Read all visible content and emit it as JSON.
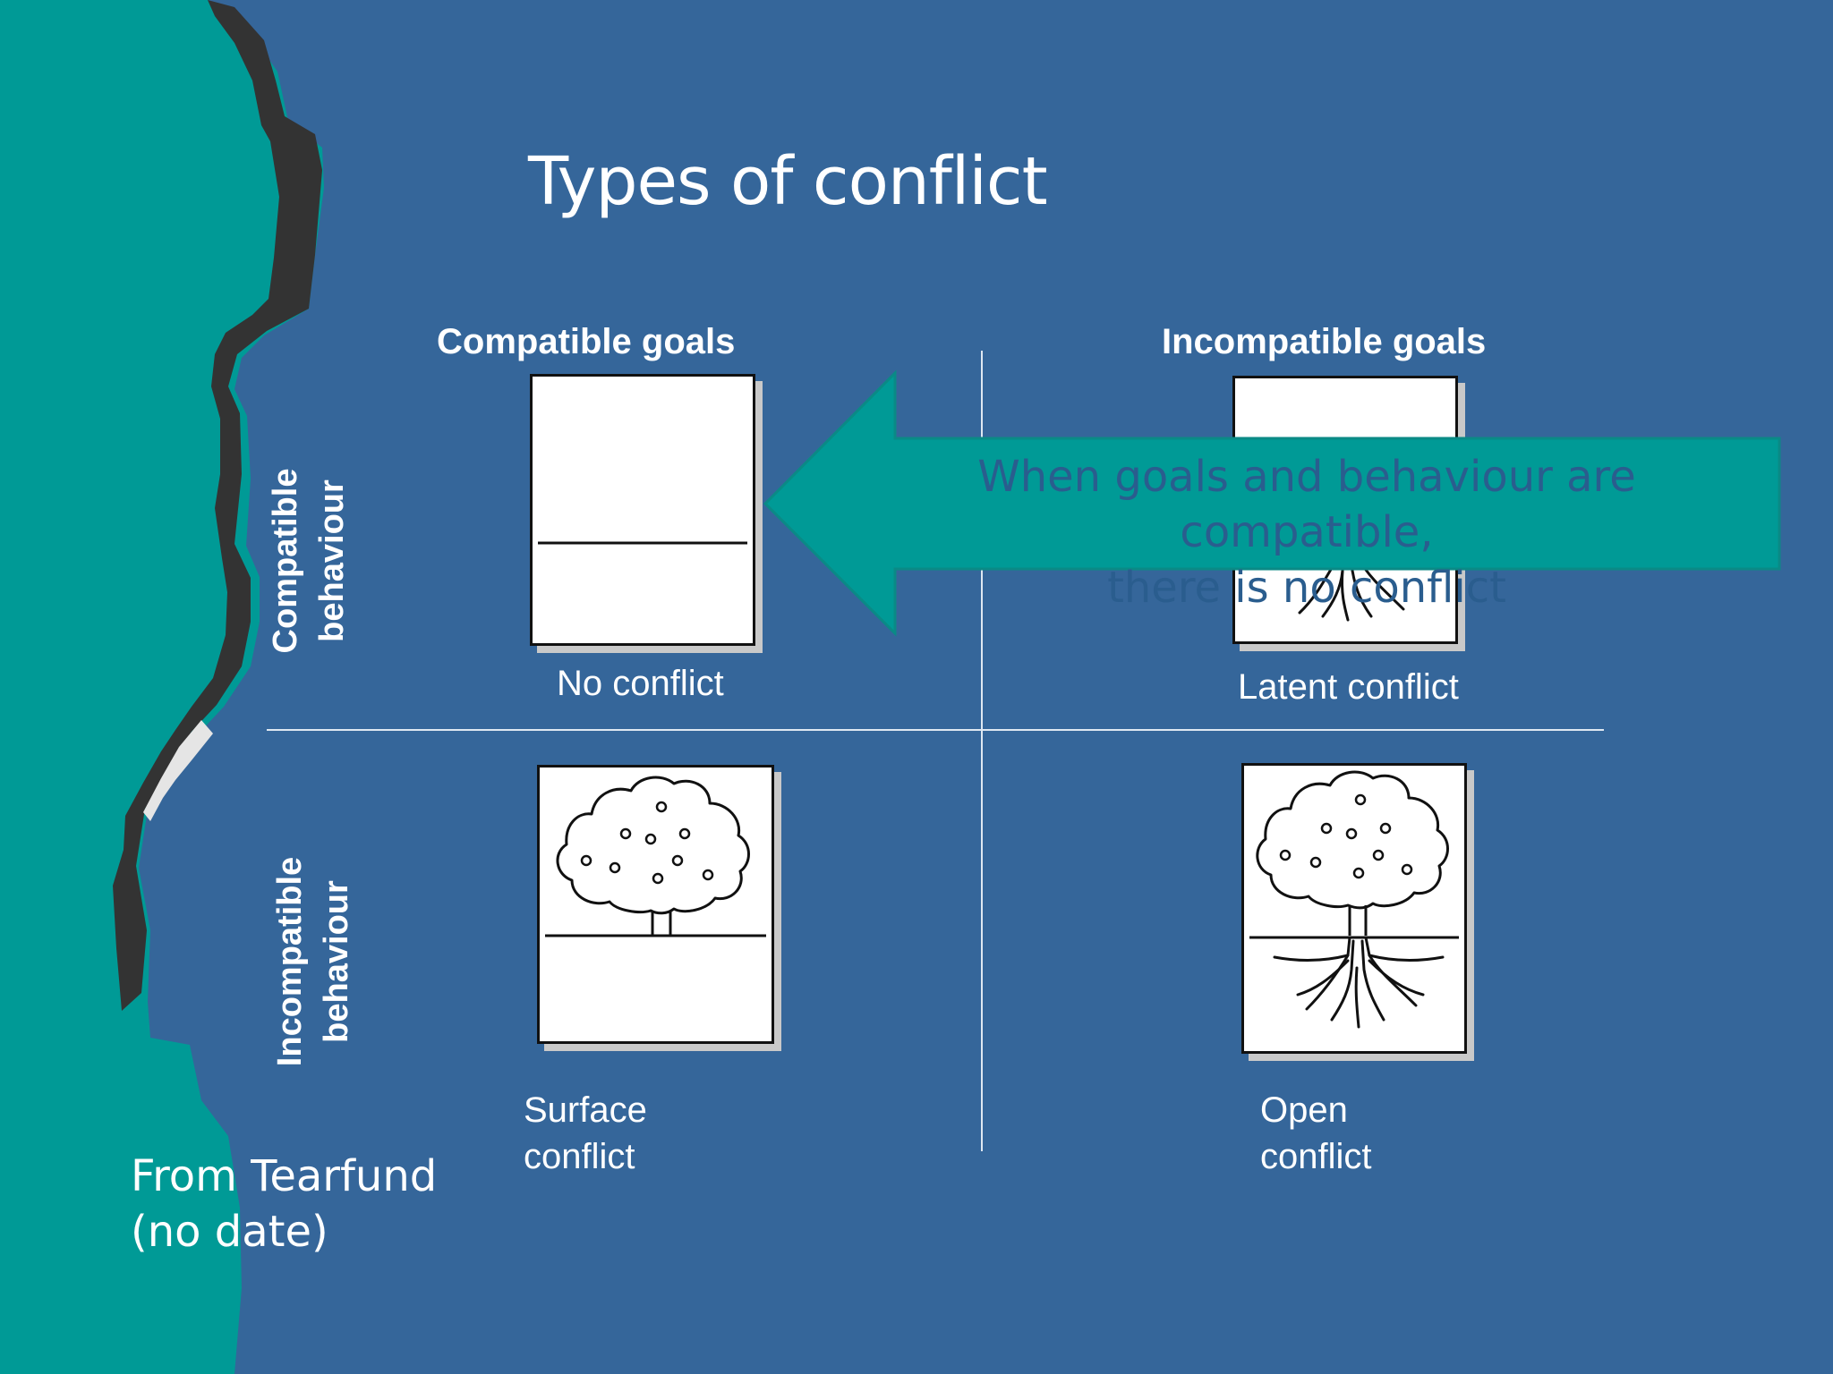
{
  "slide": {
    "title": "Types of conflict",
    "columns": {
      "left": "Compatible goals",
      "right": "Incompatible goals"
    },
    "rows": {
      "top": [
        "Compatible",
        "behaviour"
      ],
      "bottom": [
        "Incompatible",
        "behaviour"
      ]
    },
    "quadrants": {
      "top_left": [
        "No conflict"
      ],
      "top_right": [
        "Latent conflict"
      ],
      "bottom_left": [
        "Surface",
        "conflict"
      ],
      "bottom_right": [
        "Open",
        "conflict"
      ]
    },
    "callout": [
      "When goals and behaviour are compatible,",
      "there is no conflict"
    ],
    "source": [
      "From Tearfund",
      "(no date)"
    ]
  },
  "colors": {
    "background": "#35669a",
    "teal": "#009a96",
    "rock": "#333333",
    "callout_text": "#2a5d8e",
    "white": "#ffffff"
  },
  "icons": [
    "tree-icon"
  ]
}
